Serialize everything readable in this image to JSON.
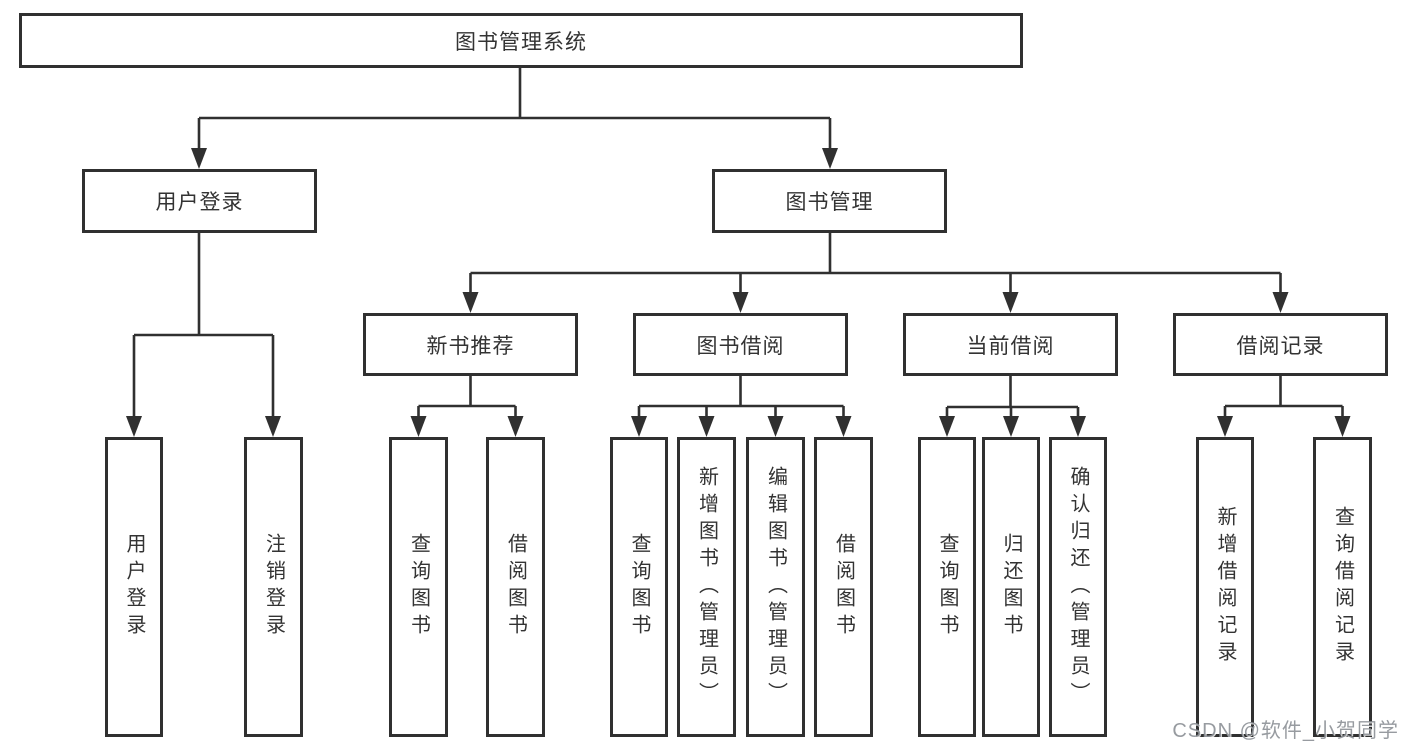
{
  "diagram": {
    "root": {
      "label": "图书管理系统"
    },
    "branches": [
      {
        "label": "用户登录",
        "children": [
          {
            "label": "用户登录"
          },
          {
            "label": "注销登录"
          }
        ]
      },
      {
        "label": "图书管理",
        "children": [
          {
            "label": "新书推荐",
            "children": [
              {
                "label": "查询图书"
              },
              {
                "label": "借阅图书"
              }
            ]
          },
          {
            "label": "图书借阅",
            "children": [
              {
                "label": "查询图书"
              },
              {
                "label": "新增图书（管理员）"
              },
              {
                "label": "编辑图书（管理员）"
              },
              {
                "label": "借阅图书"
              }
            ]
          },
          {
            "label": "当前借阅",
            "children": [
              {
                "label": "查询图书"
              },
              {
                "label": "归还图书"
              },
              {
                "label": "确认归还（管理员）"
              }
            ]
          },
          {
            "label": "借阅记录",
            "children": [
              {
                "label": "新增借阅记录"
              },
              {
                "label": "查询借阅记录"
              }
            ]
          }
        ]
      }
    ]
  },
  "watermark": {
    "text": "CSDN @软件_小贺同学"
  },
  "colors": {
    "line": "#303030",
    "text": "#333333",
    "background": "#ffffff",
    "watermark": "#8c9096"
  }
}
